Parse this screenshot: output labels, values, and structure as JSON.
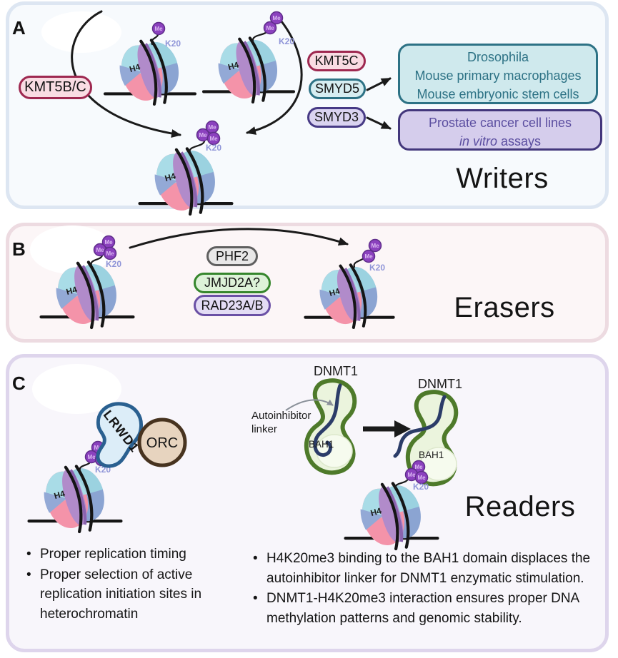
{
  "glyphs": {
    "me": "Me",
    "k20": "K20",
    "h4": "H4"
  },
  "panel_a": {
    "label": "A",
    "title": "Writers",
    "kmt5bc": "KMT5B/C",
    "kmt5c": "KMT5C",
    "smyd5": "SMYD5",
    "smyd3": "SMYD3",
    "teal_box": {
      "line1": "Drosophila",
      "line2": "Mouse primary macrophages",
      "line3": "Mouse embryonic stem cells"
    },
    "purple_box": {
      "line1": "Prostate cancer cell lines",
      "line2_italic": "in vitro",
      "line2_rest": " assays"
    }
  },
  "panel_b": {
    "label": "B",
    "title": "Erasers",
    "phf2": "PHF2",
    "jmjd2a": "JMJD2A?",
    "rad23ab": "RAD23A/B"
  },
  "panel_c": {
    "label": "C",
    "title": "Readers",
    "lrwd1": "LRWD1",
    "orc": "ORC",
    "dnmt1_left": "DNMT1",
    "dnmt1_right": "DNMT1",
    "bah1_left": "BAH1",
    "bah1_right": "BAH1",
    "autoinhibitor": "Autoinhibitor linker",
    "left_bullets": [
      "Proper replication timing",
      "Proper selection of active replication initiation sites in heterochromatin"
    ],
    "right_bullets": [
      "H4K20me3 binding to the BAH1 domain displaces the autoinhibitor linker for DNMT1 enzymatic stimulation.",
      "DNMT1-H4K20me3 interaction ensures  proper DNA methylation patterns and genomic stability."
    ]
  },
  "colors": {
    "panel_a_bg": "#f7fafd",
    "panel_a_border": "#dde6f2",
    "panel_b_bg": "#fcf6f7",
    "panel_b_border": "#eddbe1",
    "panel_c_bg": "#f8f6fb",
    "panel_c_border": "#ded5ec",
    "me_ball": "#8b41be",
    "me_ball_border": "#5f2d8a",
    "k20_text": "#8f95d8",
    "writer_pill_bg": "#f9dce3",
    "writer_pill_border": "#9e2850",
    "smyd5_border": "#2d7285",
    "smyd3_border": "#473a85",
    "teal_box_bg": "#cfe9ed",
    "teal_box_text": "#2d7285",
    "purple_box_bg": "#d5cdec",
    "purple_box_text": "#5b4ea0",
    "phf2_border": "#5f5f5f",
    "jmjd2a_border": "#35862c",
    "rad23_border": "#6a50a5",
    "dnmt1_fill": "#ebf4dd",
    "dnmt1_border": "#4e7a2a",
    "linker": "#2b3c68",
    "lrwd1_fill": "#dcedf8",
    "lrwd1_border": "#2a6090",
    "orc_fill": "#e7d4bf",
    "orc_border": "#47331f",
    "nucleosome_teal": "#a9dce7",
    "nucleosome_blue": "#93a9d6",
    "nucleosome_pink": "#f493a9",
    "nucleosome_purple": "#b18bca"
  }
}
